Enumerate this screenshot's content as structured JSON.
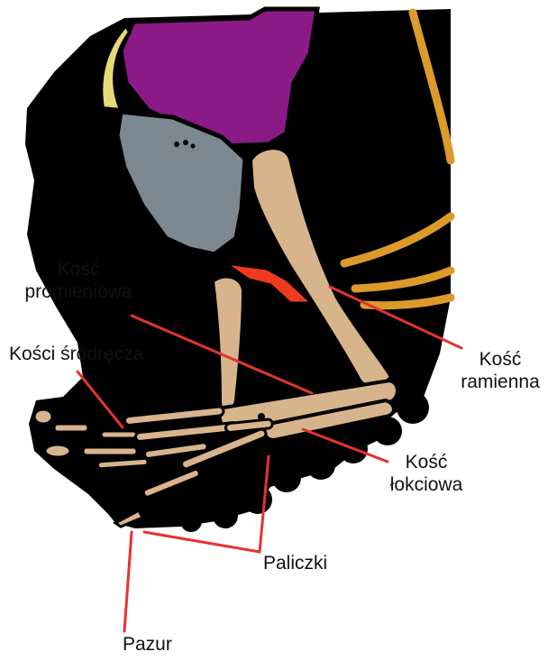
{
  "colors": {
    "background": "#ffffff",
    "silhouette": "#000000",
    "bone": "#d8b48d",
    "humerus_joint": "#c9a27a",
    "purple_muscle": "#8c1a86",
    "gray_region": "#7c8891",
    "yellow_tip": "#e6d977",
    "red_patch": "#ef3a1f",
    "orange_strands": "#dc9a2a",
    "leader_line": "#e3342f",
    "label_text": "#111111"
  },
  "labels": {
    "radius": [
      "Kość",
      "promieniowa"
    ],
    "metacarpals": "Kości śródręcza",
    "humerus": [
      "Kość",
      "ramienna"
    ],
    "ulna": [
      "Kość",
      "łokciowa"
    ],
    "phalanges": "Paliczki",
    "claw": "Pazur"
  }
}
